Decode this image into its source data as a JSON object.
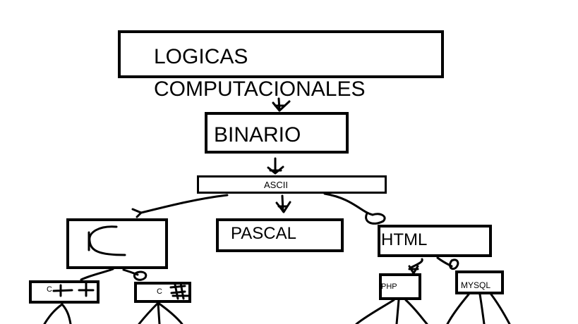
{
  "diagram": {
    "root": {
      "line1": "LOGICAS",
      "line2": "COMPUTACIONALES"
    },
    "binario": "BINARIO",
    "ascii": "ASCII",
    "pascal": "PASCAL",
    "html": "HTML",
    "c_plus": "C",
    "c_sharp": "C",
    "php": "PHP",
    "mysql": "MYSQL"
  },
  "colors": {
    "stroke": "#000000",
    "background": "#ffffff"
  }
}
